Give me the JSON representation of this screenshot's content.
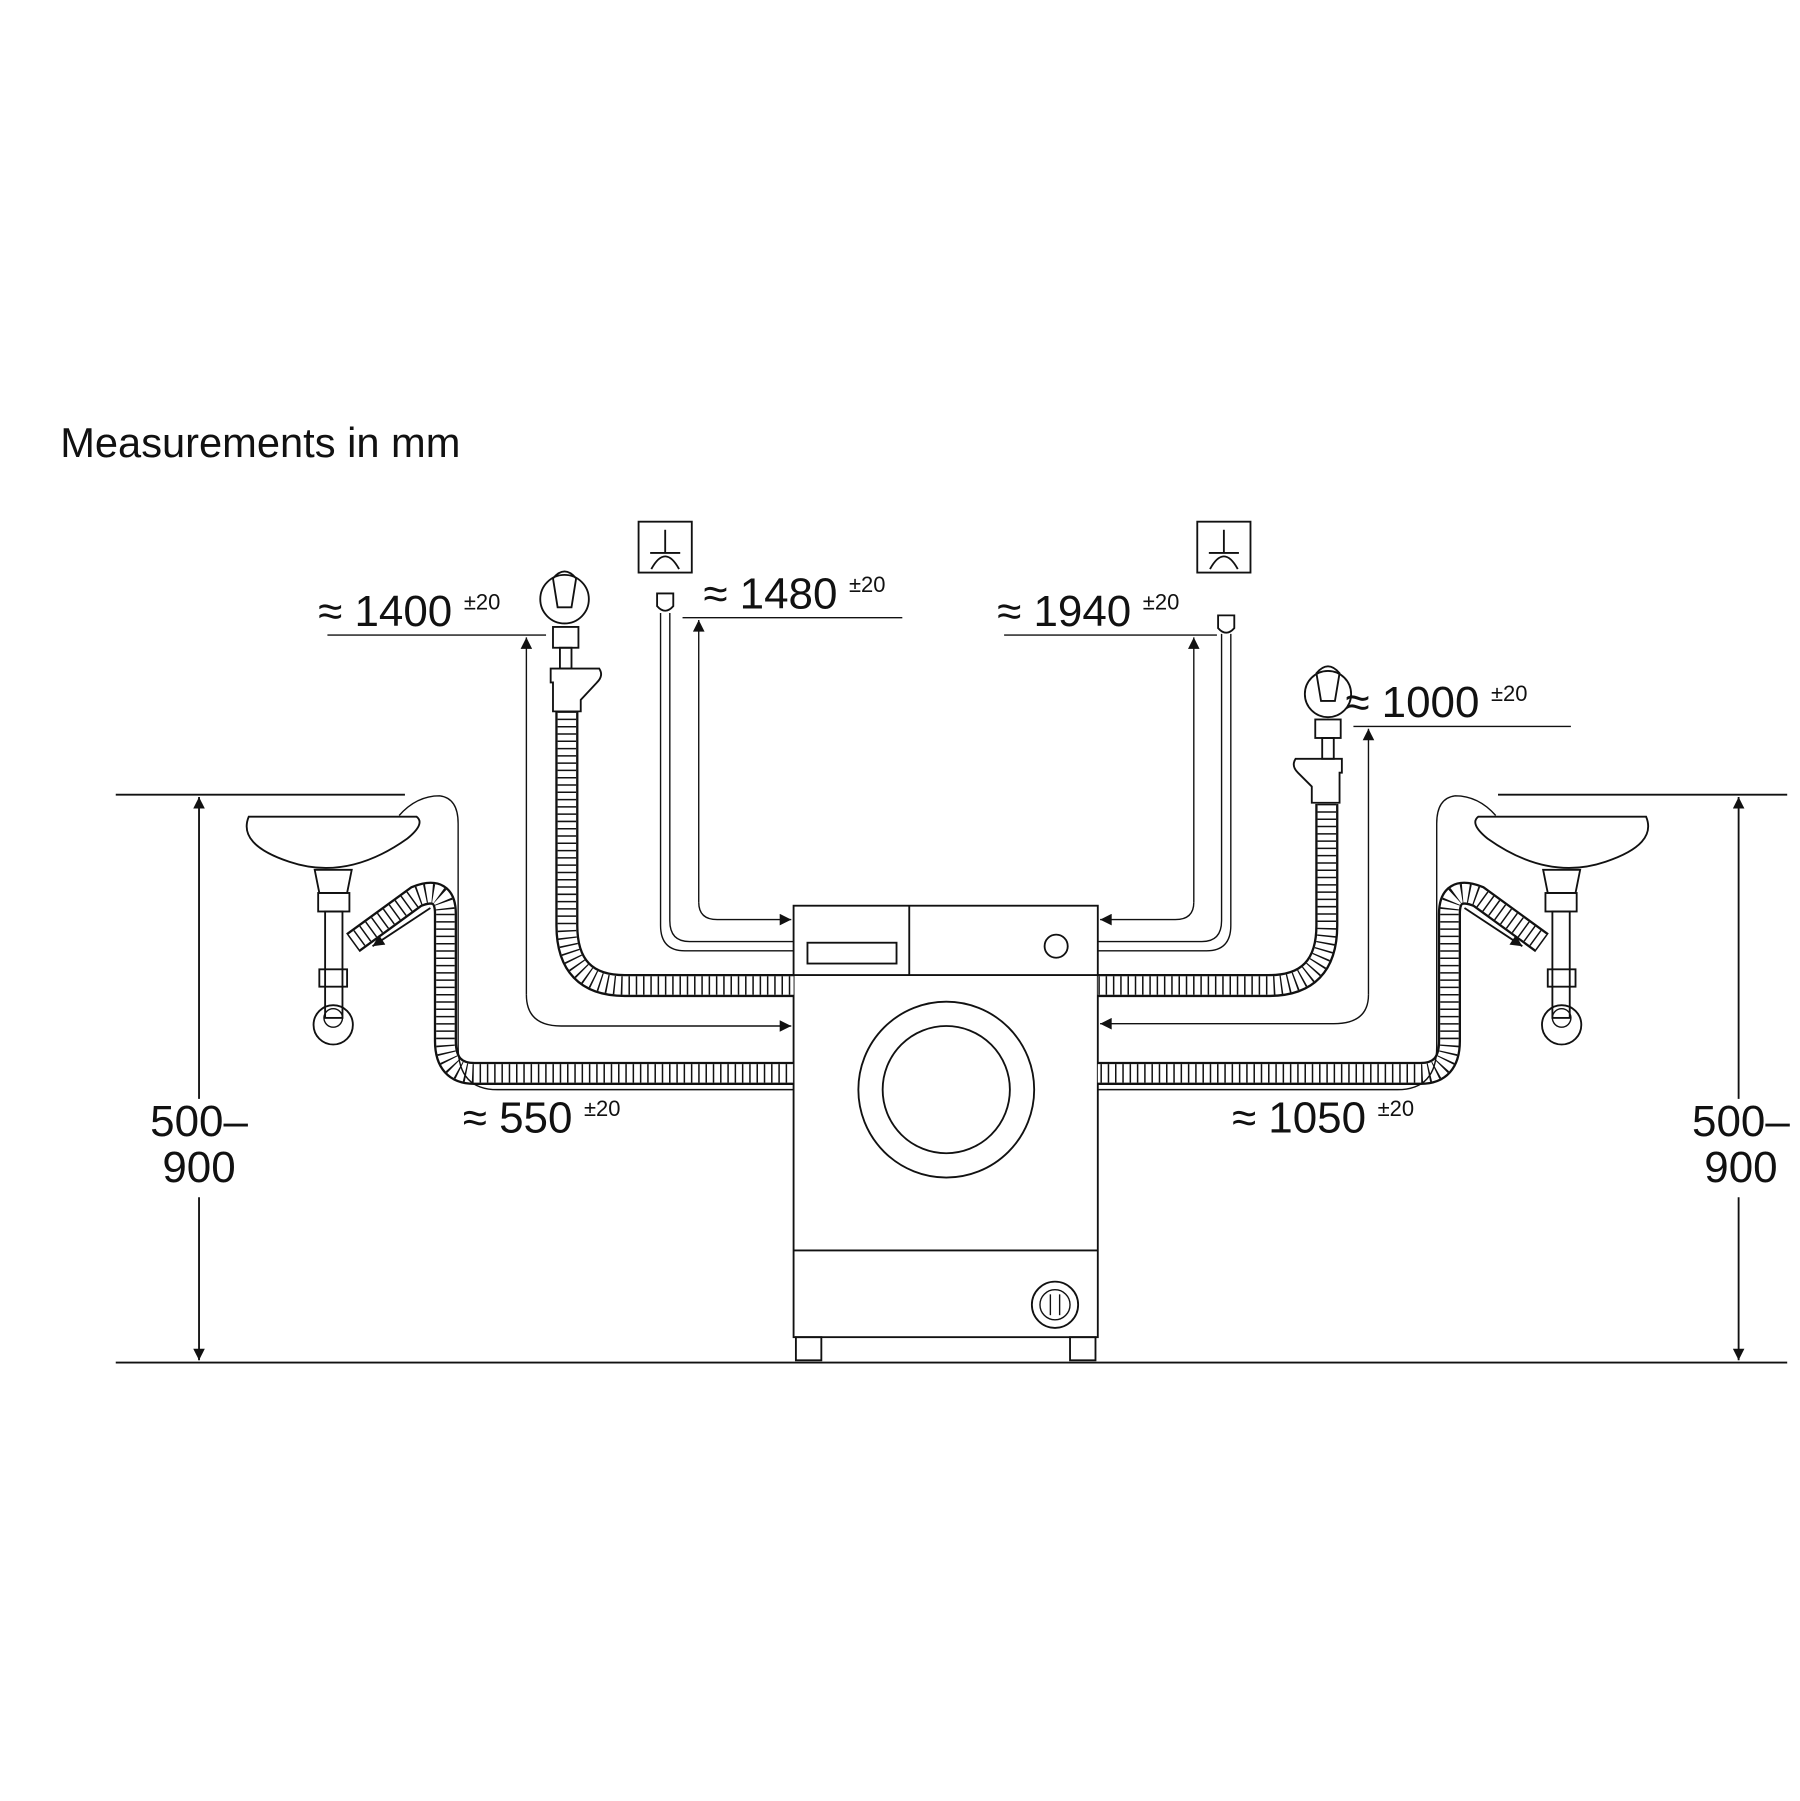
{
  "title": "Measurements in mm",
  "dimensions": {
    "water_inlet_left": {
      "value": "≈ 1400",
      "tolerance": "±20"
    },
    "power_cord_left": {
      "value": "≈ 1480",
      "tolerance": "±20"
    },
    "power_cord_right": {
      "value": "≈ 1940",
      "tolerance": "±20"
    },
    "water_inlet_right": {
      "value": "≈ 1000",
      "tolerance": "±20"
    },
    "drain_left": {
      "value": "≈ 550",
      "tolerance": "±20"
    },
    "drain_right": {
      "value": "≈ 1050",
      "tolerance": "±20"
    },
    "drain_height_left": {
      "line1": "500–",
      "line2": "900"
    },
    "drain_height_right": {
      "line1": "500–",
      "line2": "900"
    }
  }
}
